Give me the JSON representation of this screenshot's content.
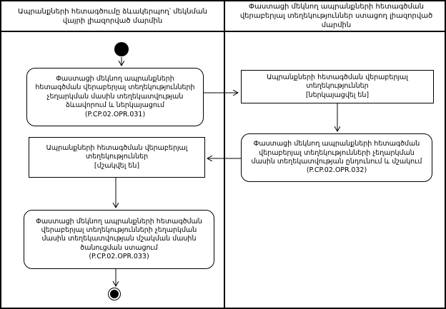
{
  "diagram": {
    "type": "uml-activity-swimlane",
    "language": "Armenian",
    "colors": {
      "line": "#000000",
      "background": "#ffffff",
      "text": "#000000"
    },
    "lanes": {
      "left": {
        "title": "Ապրանքների հետագծումը ձևակերպող՝ մեկնման վայրի լիազորված մարմին"
      },
      "right": {
        "title": "Փաստացի մեկնող ապրանքների հետագծման վերաբերյալ տեղեկություններ ստացող լիազորված մարմին"
      }
    },
    "nodes": {
      "start": {
        "type": "initial-node"
      },
      "l1": {
        "type": "action",
        "lane": "left",
        "text": "Փաստացի մեկնող ապրանքների հետագծման վերաբերյալ տեղեկությունների չեղարկման մասին տեղեկատվության ձևավորում և ներկայացում",
        "code": "(P.CP.02.OPR.031)"
      },
      "r1": {
        "type": "object",
        "lane": "right",
        "text": "Ապրանքների հետագծման վերաբերյալ տեղեկություններ",
        "state": "[ներկայացվել են]"
      },
      "r2": {
        "type": "action",
        "lane": "right",
        "text": "Փաստացի մեկնող ապրանքների հետագծման վերաբերյալ տեղեկությունների չեղարկման մասին տեղեկատվության ընդունում և մշակում",
        "code": "(P.CP.02.OPR.032)"
      },
      "l2": {
        "type": "object",
        "lane": "left",
        "text": "Ապրանքների հետագծման վերաբերյալ տեղեկություններ",
        "state": "[մշակվել են]"
      },
      "l3": {
        "type": "action",
        "lane": "left",
        "text": "Փաստացի մեկնող ապրանքների հետագծման վերաբերյալ տեղեկությունների չեղարկման մասին տեղեկատվության մշակման մասին ծանուցման ստացում",
        "code": "(P.CP.02.OPR.033)"
      },
      "end": {
        "type": "final-node"
      }
    },
    "flows": [
      {
        "from": "start",
        "to": "l1"
      },
      {
        "from": "l1",
        "to": "r1"
      },
      {
        "from": "r1",
        "to": "r2"
      },
      {
        "from": "r2",
        "to": "l2"
      },
      {
        "from": "l2",
        "to": "l3"
      },
      {
        "from": "l3",
        "to": "end"
      }
    ]
  }
}
